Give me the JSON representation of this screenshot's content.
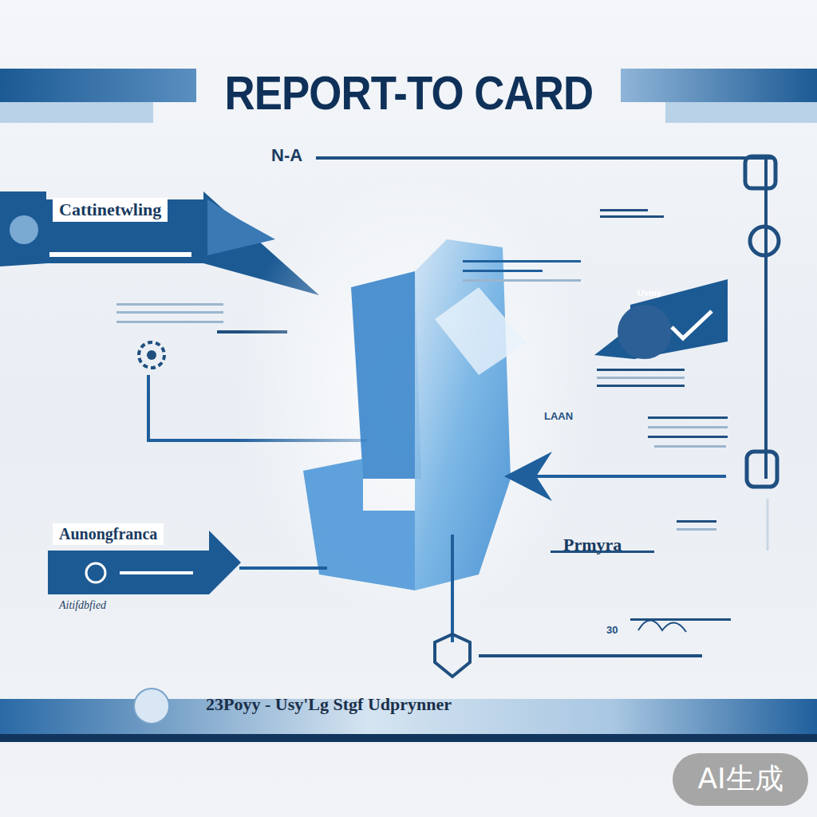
{
  "diagram": {
    "title": "REPORT-TO CARD",
    "caption": "23Poyy - Usy'Lg Stgf Udprynner",
    "nodes": [
      {
        "text": [
          "Cattinetwling"
        ]
      },
      {
        "text": [
          "Uvmy"
        ]
      },
      {
        "text": [
          "Aunongfranca",
          "Aitifdbfied"
        ]
      }
    ],
    "labels": [
      "N-A",
      "LAAN",
      "Prmyra",
      "30",
      "AI生成"
    ]
  }
}
